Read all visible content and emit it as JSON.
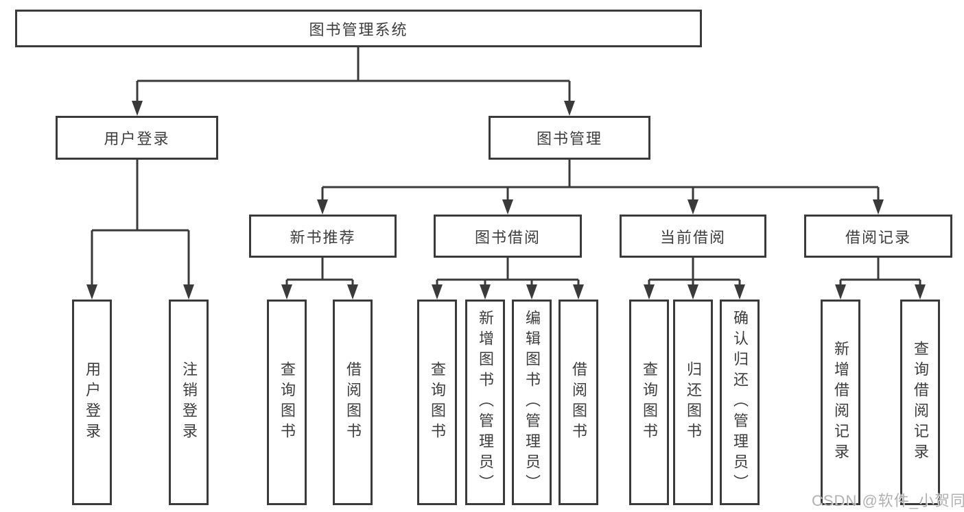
{
  "diagram": {
    "root": {
      "label": "图书管理系统"
    },
    "branches": [
      {
        "label": "用户登录",
        "children": [
          {
            "label": "用户登录"
          },
          {
            "label": "注销登录"
          }
        ]
      },
      {
        "label": "图书管理",
        "sections": [
          {
            "label": "新书推荐",
            "children": [
              {
                "label": "查询图书"
              },
              {
                "label": "借阅图书"
              }
            ]
          },
          {
            "label": "图书借阅",
            "children": [
              {
                "label": "查询图书"
              },
              {
                "label": "新增图书（管理员）"
              },
              {
                "label": "编辑图书（管理员）"
              },
              {
                "label": "借阅图书"
              }
            ]
          },
          {
            "label": "当前借阅",
            "children": [
              {
                "label": "查询图书"
              },
              {
                "label": "归还图书"
              },
              {
                "label": "确认归还（管理员）"
              }
            ]
          },
          {
            "label": "借阅记录",
            "children": [
              {
                "label": "新增借阅记录"
              },
              {
                "label": "查询借阅记录"
              }
            ]
          }
        ]
      }
    ]
  },
  "watermark": {
    "text": "CSDN @软件_小贺同学"
  },
  "colors": {
    "line": "#3a3a3a",
    "text": "#3d3d3d",
    "background": "#ffffff",
    "watermark": "#a9a9a9"
  }
}
